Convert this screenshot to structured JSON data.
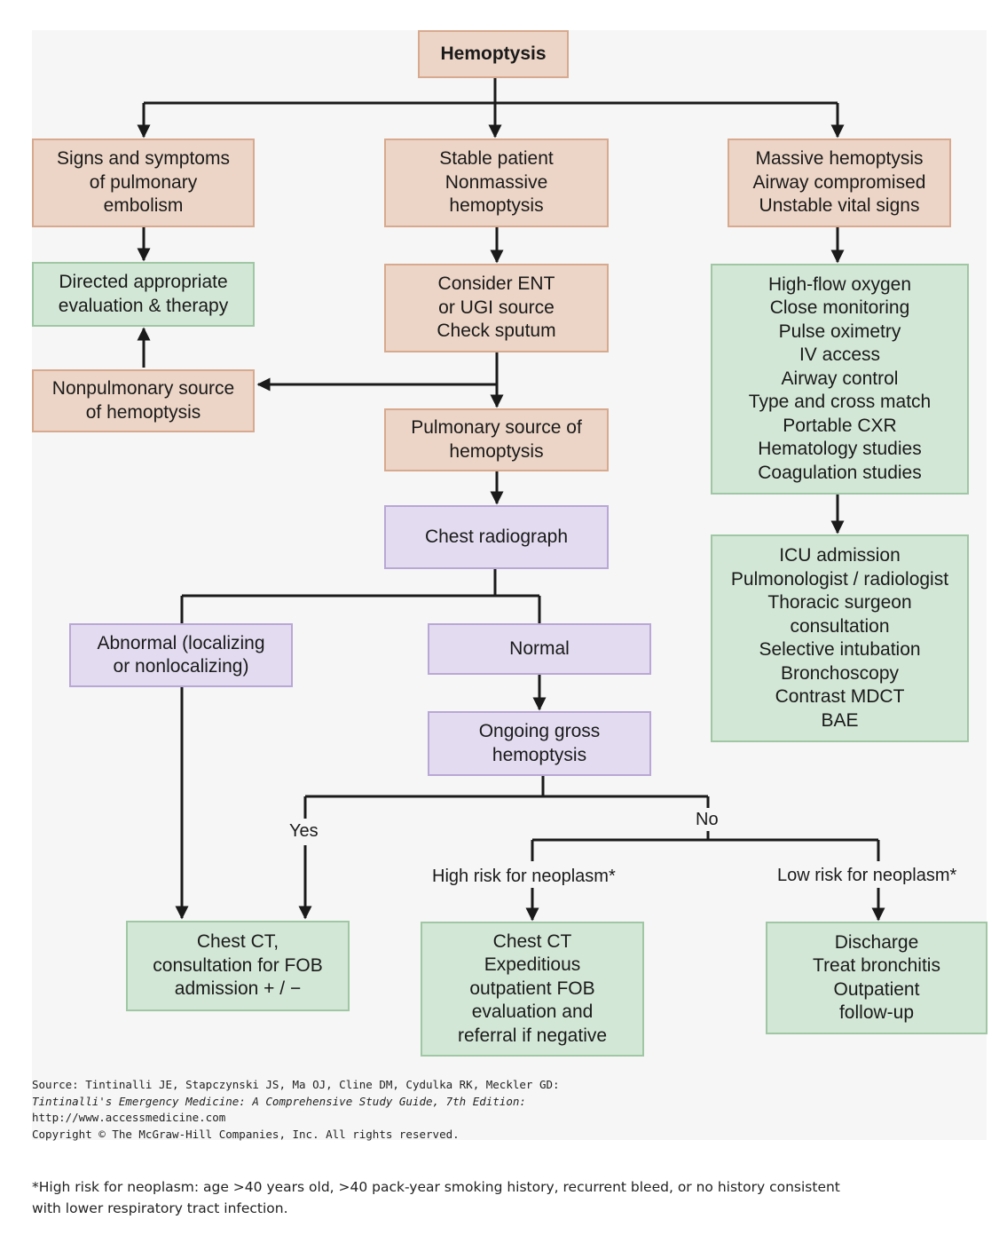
{
  "nodes": {
    "hemoptysis": [
      "Hemoptysis"
    ],
    "pe_signs": [
      "Signs and symptoms",
      "of pulmonary",
      "embolism"
    ],
    "stable": [
      "Stable patient",
      "Nonmassive",
      "hemoptysis"
    ],
    "massive": [
      "Massive hemoptysis",
      "Airway compromised",
      "Unstable vital signs"
    ],
    "directed": [
      "Directed appropriate",
      "evaluation & therapy"
    ],
    "consider_ent": [
      "Consider ENT",
      "or UGI source",
      "Check sputum"
    ],
    "massive_mgmt": [
      "High-flow oxygen",
      "Close monitoring",
      "Pulse oximetry",
      "IV access",
      "Airway control",
      "Type and cross match",
      "Portable CXR",
      "Hematology studies",
      "Coagulation studies"
    ],
    "nonpulmonary": [
      "Nonpulmonary source",
      "of hemoptysis"
    ],
    "pulmonary": [
      "Pulmonary source of",
      "hemoptysis"
    ],
    "chest_radiograph": [
      "Chest radiograph"
    ],
    "icu": [
      "ICU admission",
      "Pulmonologist / radiologist",
      "Thoracic surgeon",
      "consultation",
      "Selective intubation",
      "Bronchoscopy",
      "Contrast MDCT",
      "BAE"
    ],
    "abnormal": [
      "Abnormal (localizing",
      "or nonlocalizing)"
    ],
    "normal": [
      "Normal"
    ],
    "ongoing": [
      "Ongoing gross",
      "hemoptysis"
    ],
    "chest_ct_fob": [
      "Chest CT,",
      "consultation for FOB",
      "admission + / −"
    ],
    "chest_ct_outpatient": [
      "Chest CT",
      "Expeditious",
      "outpatient FOB",
      "evaluation and",
      "referral if negative"
    ],
    "discharge": [
      "Discharge",
      "Treat bronchitis",
      "Outpatient",
      "follow-up"
    ]
  },
  "edge_labels": {
    "yes": "Yes",
    "no": "No",
    "high_risk": "High risk for neoplasm*",
    "low_risk": "Low risk for neoplasm*"
  },
  "source": {
    "line1": "Source: Tintinalli JE, Stapczynski JS, Ma OJ, Cline DM, Cydulka RK, Meckler GD:",
    "line2": "Tintinalli's Emergency Medicine: A Comprehensive Study Guide, 7th Edition:",
    "line3": "http://www.accessmedicine.com",
    "line4": "Copyright © The McGraw-Hill Companies, Inc. All rights reserved."
  },
  "footnote": "*High risk for neoplasm: age >40 years old, >40 pack-year smoking history, recurrent bleed, or no history consistent with lower respiratory tract infection.",
  "colors": {
    "tan_fill": "#ecd5c6",
    "green_fill": "#d3e7d6",
    "purple_fill": "#e3dbf0",
    "line": "#1a1a1a"
  }
}
